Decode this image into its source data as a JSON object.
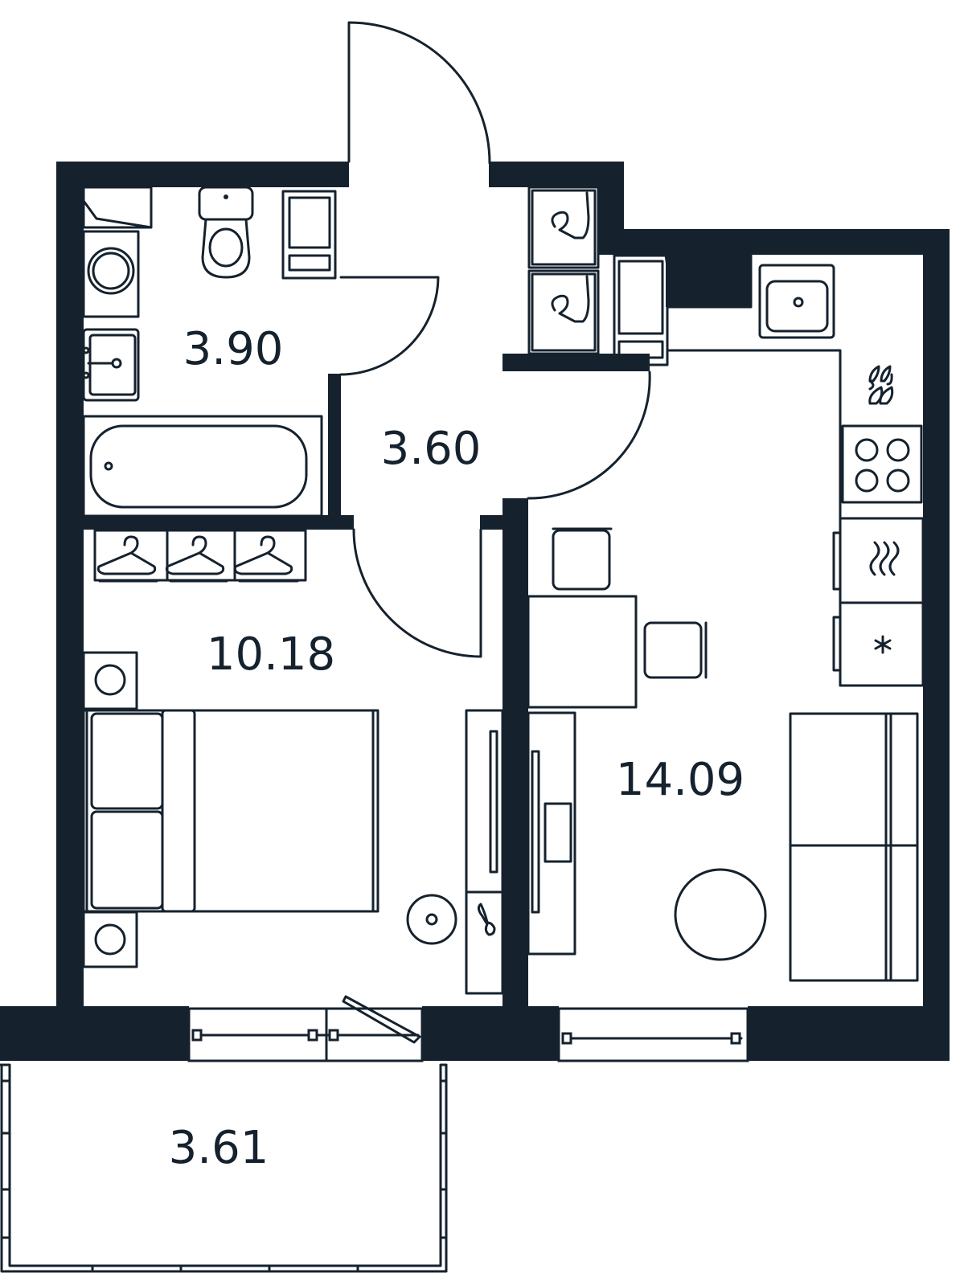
{
  "colors": {
    "wall": "#15222e",
    "background": "#ffffff"
  },
  "rooms": {
    "bathroom": {
      "area": "3.90"
    },
    "hallway": {
      "area": "3.60"
    },
    "bedroom": {
      "area": "10.18"
    },
    "kitchen_living": {
      "area": "14.09"
    },
    "balcony": {
      "area": "3.61"
    }
  },
  "icons": [
    "toilet-icon",
    "washing-machine-icon",
    "sink-icon",
    "bathtub-icon",
    "hanger-icon",
    "bed-icon",
    "nightstand-icon",
    "floor-lamp-icon",
    "tv-stand-icon",
    "kitchen-sink-icon",
    "stove-icon",
    "oven-icon",
    "fridge-icon",
    "sofa-icon",
    "round-table-icon",
    "dining-table-icon",
    "chair-icon"
  ]
}
